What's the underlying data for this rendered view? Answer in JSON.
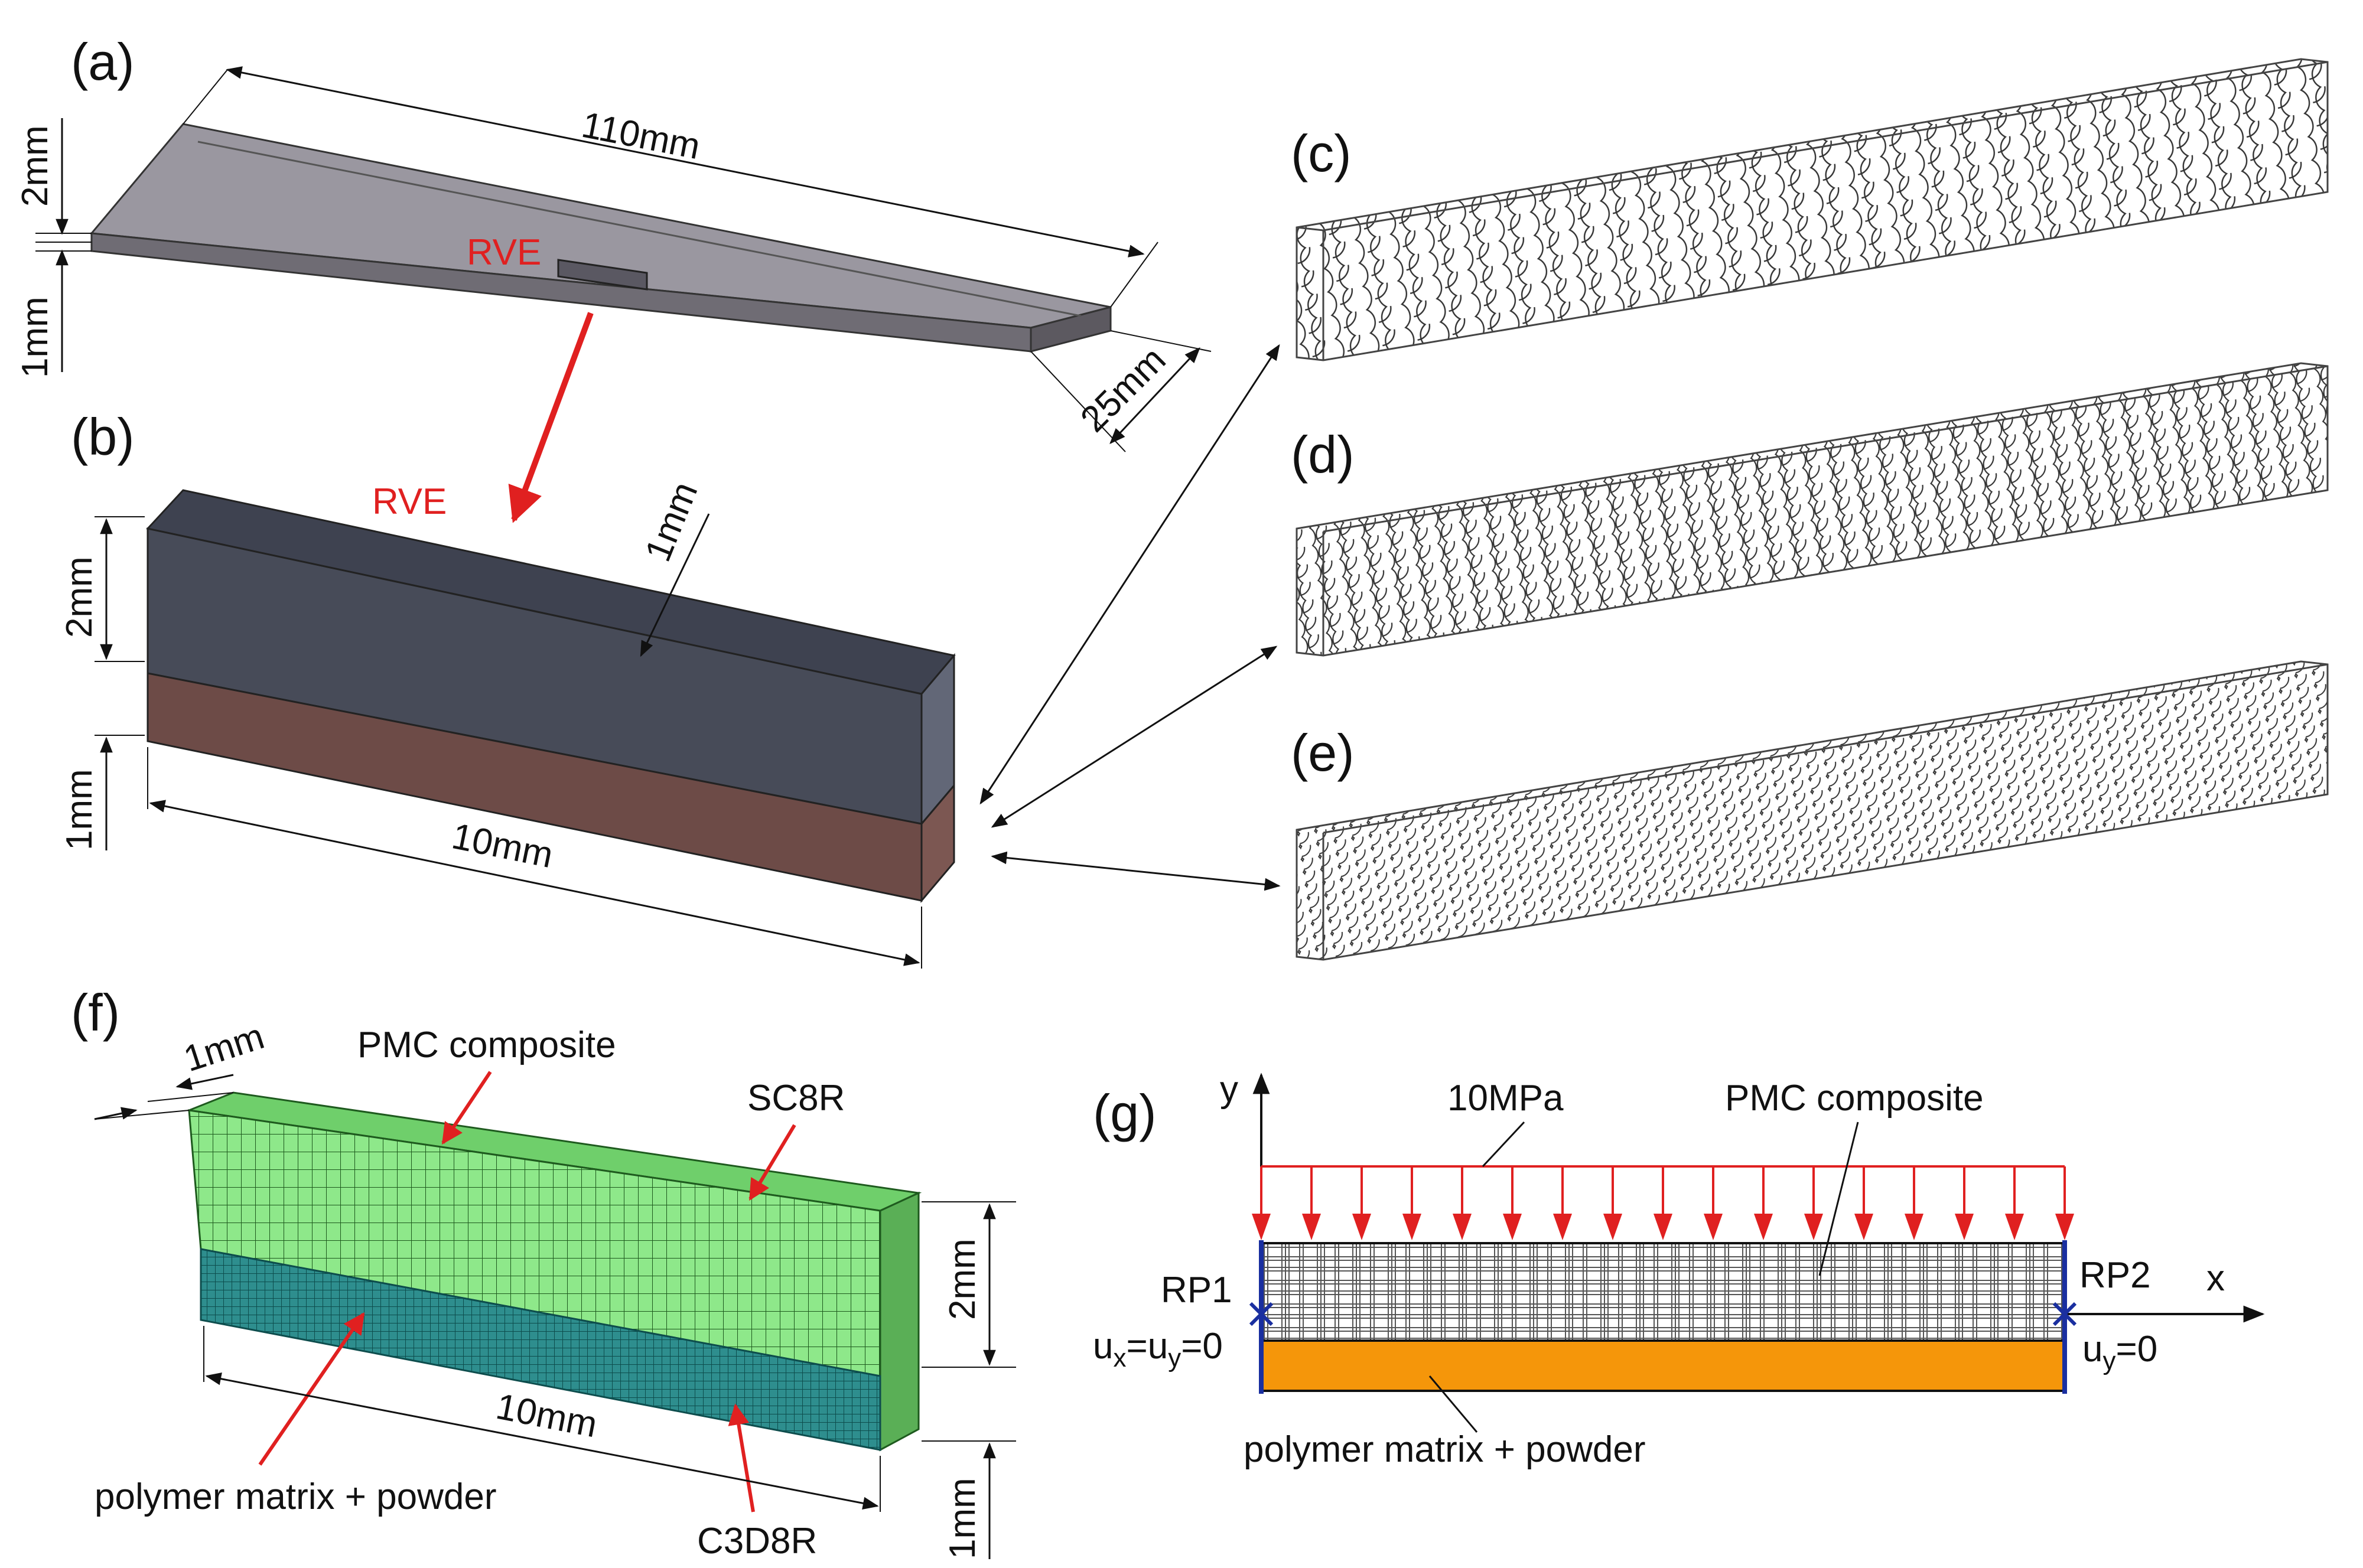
{
  "panels": {
    "a": {
      "label": "(a)",
      "dims": {
        "length": "110mm",
        "width": "25mm",
        "top_thickness": "2mm",
        "bottom_thickness": "1mm"
      },
      "rve_label": "RVE"
    },
    "b": {
      "label": "(b)",
      "rve_label": "RVE",
      "dims": {
        "length": "10mm",
        "width": "1mm",
        "top_thickness": "2mm",
        "bottom_thickness": "1mm"
      }
    },
    "c": {
      "label": "(c)"
    },
    "d": {
      "label": "(d)"
    },
    "e": {
      "label": "(e)"
    },
    "f": {
      "label": "(f)",
      "dims": {
        "width": "1mm",
        "length": "10mm",
        "top_thickness": "2mm",
        "bottom_thickness": "1mm"
      },
      "labels": {
        "composite": "PMC composite",
        "top_element": "SC8R",
        "matrix": "polymer matrix + powder",
        "bottom_element": "C3D8R"
      }
    },
    "g": {
      "label": "(g)",
      "axis_y": "y",
      "axis_x": "x",
      "load": "10MPa",
      "composite": "PMC composite",
      "matrix": "polymer matrix + powder",
      "rp1": "RP1",
      "rp2": "RP2",
      "bc_left": "ux=uy=0",
      "bc_right": "uy=0",
      "bc_left_parts": {
        "u1": "u",
        "s1": "x",
        "eq1": "=u",
        "s2": "y",
        "eq2": "=0"
      },
      "bc_right_parts": {
        "u1": "u",
        "s1": "y",
        "eq1": "=0"
      }
    }
  },
  "colors": {
    "plate": "#8a8790",
    "rve_top": "#4a4e5a",
    "rve_bottom": "#6a4a46",
    "mesh_green": "#8ee88a",
    "mesh_teal": "#2e8e8e",
    "load_red": "#e02020",
    "orange": "#f5960a",
    "bc_blue": "#1a2fa0"
  }
}
